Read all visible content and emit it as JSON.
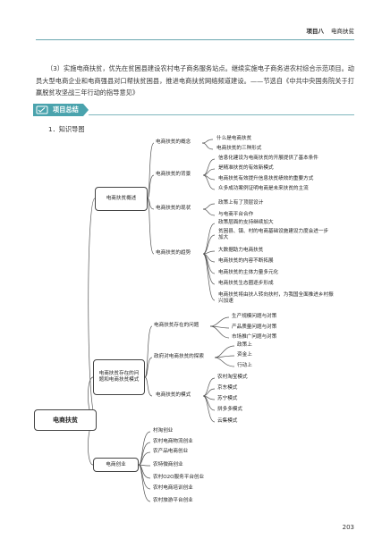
{
  "header": {
    "chapter": "项目八",
    "title": "电商扶贫"
  },
  "intro_paragraph": "（3）实施电商扶贫，优先在贫困县建设农村电子商务服务站点。继续实施电子商务进农村综合示范项目。动员大型电商企业和电商强县对口帮扶贫困县，推进电商扶贫网络频道建设。——节选自《中共中央国务院关于打赢脱贫攻坚战三年行动的指导意见》",
  "section": {
    "title": "项目总结",
    "subheading": "1．知识导图"
  },
  "mindmap": {
    "root": "电商扶贫",
    "branches": [
      {
        "label": "电商扶贫概述",
        "children": [
          {
            "label": "电商扶贫的概念",
            "items": [
              "什么是电商扶贫",
              "电商扶贫的三种形式"
            ]
          },
          {
            "label": "电商扶贫的背景",
            "items": [
              "信息化建设为电商扶贫的开展提供了基本条件",
              "是精准扶贫的有效新模式",
              "电商扶贫有效提升信息扶贫绩效的重要方式",
              "众多成功案例证明电商是未来扶贫的主流"
            ]
          },
          {
            "label": "电商扶贫的现状",
            "items": [
              "政策上有了顶层设计",
              "与电商平台合作"
            ]
          },
          {
            "label": "电商扶贫的趋势",
            "items": [
              "政策层面的支持继续加大",
              "贫困县、镇、村的电商基础设施建设力度会进一步加大",
              "大数据助力电商扶贫",
              "电商扶贫的内容不断拓展",
              "电商扶贫的主体力量多元化",
              "电商扶贫生态圈逐步形成",
              "电商扶贫将由扶人转向扶村，为我国全面推进乡村振兴加速"
            ]
          }
        ]
      },
      {
        "label": "电商扶贫存在的问题和电商扶贫模式",
        "children": [
          {
            "label": "电商扶贫存在的问题",
            "items": [
              "生产规模问题与对策",
              "产品质量问题与对策",
              "市场推广问题与对策"
            ]
          },
          {
            "label": "政府对电商扶贫的探索",
            "items": [
              "政策上",
              "资金上",
              "行动上"
            ]
          },
          {
            "label": "电商扶贫的模式",
            "items": [
              "农村淘宝模式",
              "京东模式",
              "苏宁模式",
              "拼多多模式",
              "云集模式"
            ]
          }
        ]
      },
      {
        "label": "电商创业",
        "items": [
          "村淘创业",
          "农村电商物流创业",
          "农产品电商创业",
          "农特微商创业",
          "农村O2O服务平台创业",
          "农村电商培训创业",
          "农村旅游平台创业"
        ]
      }
    ]
  },
  "page_number": "203",
  "colors": {
    "accent": "#4aa3ad",
    "line": "#555555"
  }
}
